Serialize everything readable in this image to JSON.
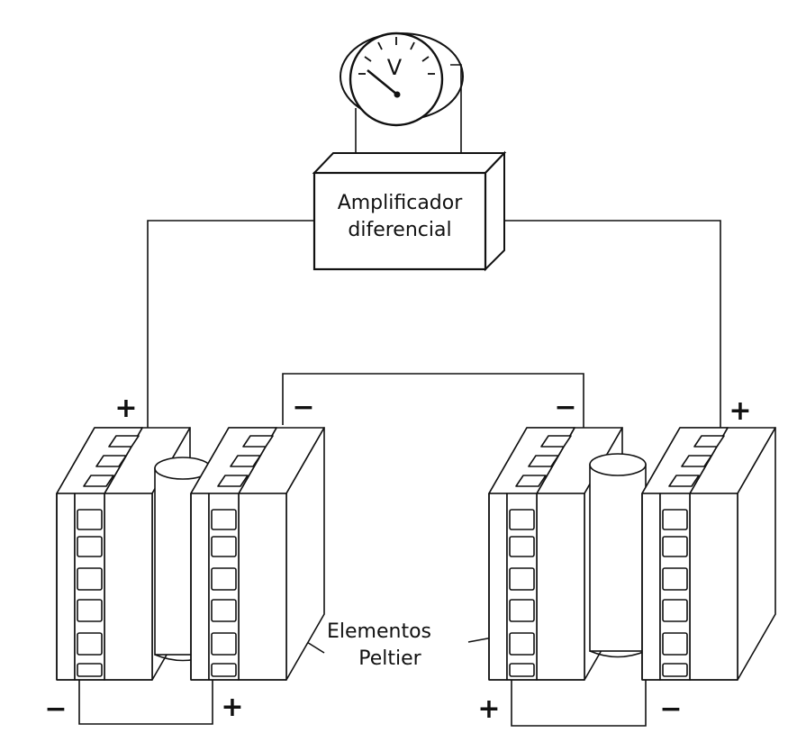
{
  "meter": {
    "symbol": "V"
  },
  "amplifier": {
    "line1": "Amplificador",
    "line2": "diferencial"
  },
  "label": {
    "line1": "Elementos",
    "line2": "Peltier"
  },
  "signs": {
    "left_top": "+",
    "left_bottom": "−",
    "inner_left_top": "−",
    "inner_left_bottom": "+",
    "inner_right_top": "−",
    "inner_right_bottom": "+",
    "right_top": "+",
    "right_bottom": "−"
  },
  "icons": {
    "meter": "voltmeter-icon",
    "module": "peltier-module-icon",
    "cylinder": "sample-cylinder-icon"
  }
}
